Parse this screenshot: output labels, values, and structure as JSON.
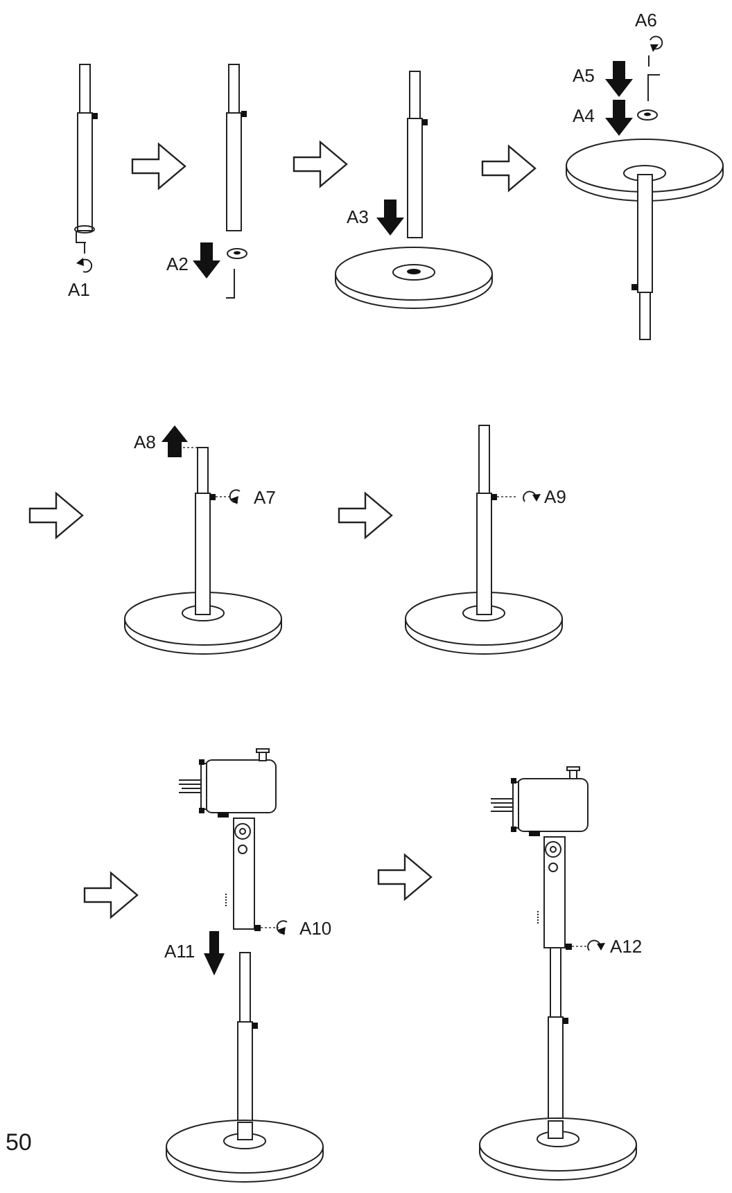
{
  "steps": {
    "a1": "A1",
    "a2": "A2",
    "a3": "A3",
    "a4": "A4",
    "a5": "A5",
    "a6": "A6",
    "a7": "A7",
    "a8": "A8",
    "a9": "A9",
    "a10": "A10",
    "a11": "A11",
    "a12": "A12"
  },
  "page_number": "50",
  "colors": {
    "line": "#222222",
    "fill": "#ffffff",
    "arrow_solid": "#111111"
  },
  "icons": [
    "hollow-right-arrow-icon",
    "solid-down-arrow-icon",
    "solid-up-arrow-icon",
    "rotate-ccw-icon",
    "rotate-cw-icon",
    "allen-key-icon",
    "washer-icon"
  ]
}
